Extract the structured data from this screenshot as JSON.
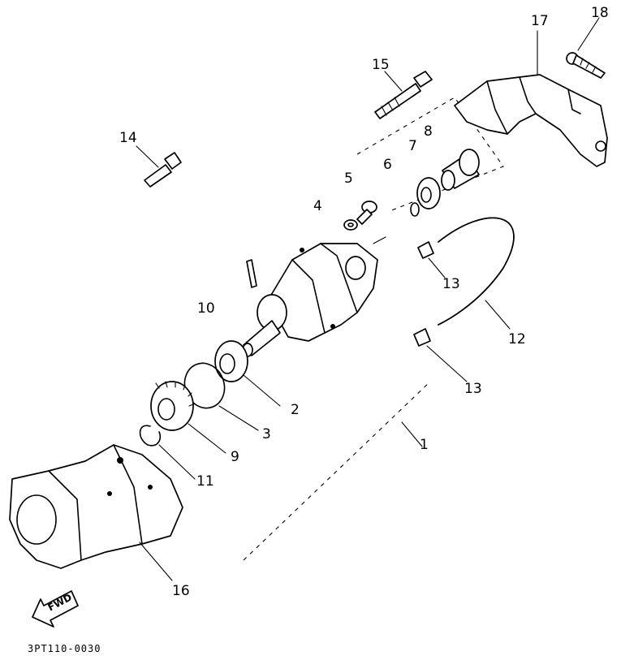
{
  "callouts": {
    "c1": "1",
    "c2": "2",
    "c3": "3",
    "c4": "4",
    "c5": "5",
    "c6": "6",
    "c7": "7",
    "c8": "8",
    "c9": "9",
    "c10": "10",
    "c11": "11",
    "c12": "12",
    "c13a": "13",
    "c13b": "13",
    "c14": "14",
    "c15": "15",
    "c16": "16",
    "c17": "17",
    "c18": "18"
  },
  "fwd_label": "FWD",
  "part_number": "3PT110-0030"
}
